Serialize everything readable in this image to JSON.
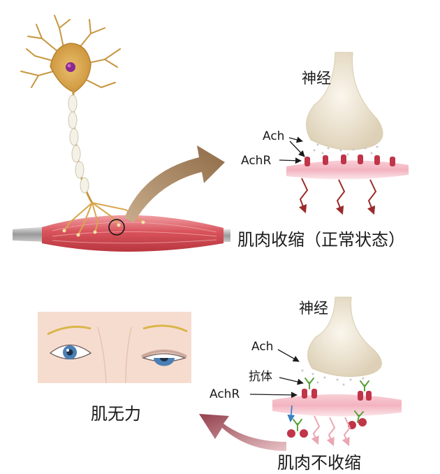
{
  "top": {
    "nerve_label": "神经",
    "ach_label": "Ach",
    "achr_label": "AchR",
    "caption": "肌肉收缩（正常状态）"
  },
  "bottom": {
    "nerve_label": "神经",
    "ach_label": "Ach",
    "antibody_label": "抗体",
    "achr_label": "AchR",
    "caption": "肌肉不收缩",
    "weakness_label": "肌无力"
  },
  "colors": {
    "muscle": "#d9535b",
    "neuron_body": "#d9a54c",
    "nucleus": "#8b2a8e",
    "terminal": "#efe6d3",
    "membrane": "#f3b9c3",
    "receptor": "#c03548",
    "signal_arrow": "#9c2a2a",
    "curved_arrow_top": "#a5835e",
    "curved_arrow_bottom": "#9e4a55",
    "face": "#f6dccf",
    "iris": "#4a7fb5"
  }
}
